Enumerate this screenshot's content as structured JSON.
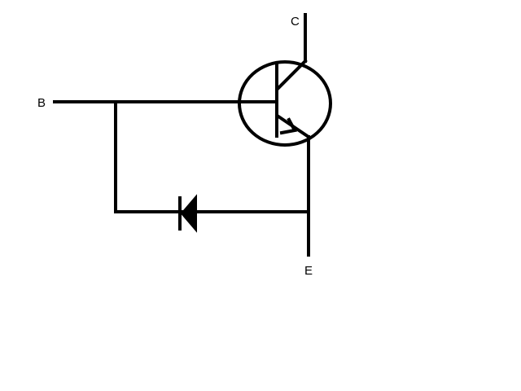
{
  "labels": {
    "collector": "C",
    "base": "B",
    "emitter": "E"
  },
  "colors": {
    "ink": "#000000",
    "background": "#ffffff"
  }
}
